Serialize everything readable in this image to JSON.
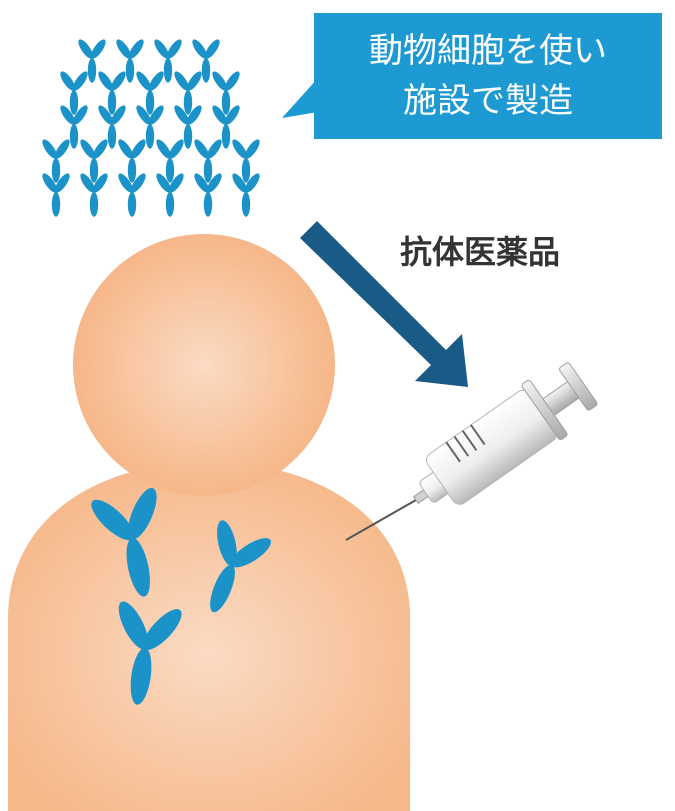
{
  "speech_bubble": {
    "line1": "動物細胞を使い",
    "line2": "施設で製造"
  },
  "arrow_label": "抗体医薬品",
  "colors": {
    "antibody": "#1b93c9",
    "bubble": "#1e9ad3",
    "arrow": "#1a5a86",
    "body_center": "#fadbc3",
    "body_edge": "#f6b789",
    "needle": "#555555",
    "syringe_barrel": "#e8e8e8"
  },
  "icons": [
    "antibody-icon",
    "arrow-icon",
    "syringe-icon",
    "person-icon"
  ]
}
